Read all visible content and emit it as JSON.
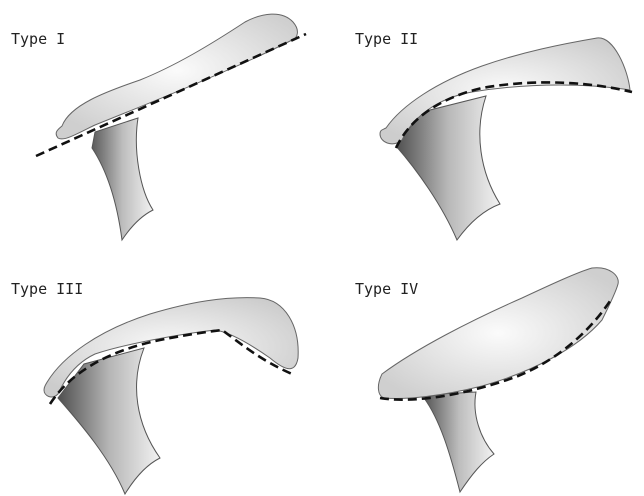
{
  "figure": {
    "panels": [
      {
        "label": "Type I",
        "morphology": "flat"
      },
      {
        "label": "Type II",
        "morphology": "curved"
      },
      {
        "label": "Type III",
        "morphology": "hooked"
      },
      {
        "label": "Type IV",
        "morphology": "convex"
      }
    ],
    "colors": {
      "bone_fill": "#e9e9e9",
      "bone_outline": "#555555",
      "dashed_line": "#111111",
      "background": "#ffffff"
    }
  }
}
